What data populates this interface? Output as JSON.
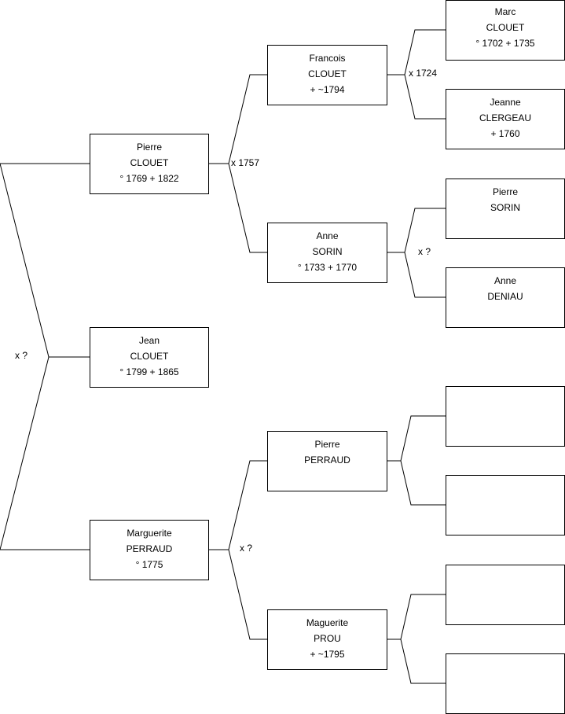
{
  "persons": {
    "jean": {
      "line1": "Jean",
      "line2": "CLOUET",
      "line3": "° 1799 + 1865"
    },
    "pierre_c": {
      "line1": "Pierre",
      "line2": "CLOUET",
      "line3": "° 1769 + 1822"
    },
    "marguerite": {
      "line1": "Marguerite",
      "line2": "PERRAUD",
      "line3": "° 1775"
    },
    "francois": {
      "line1": "Francois",
      "line2": "CLOUET",
      "line3": "+ ~1794"
    },
    "anne_s": {
      "line1": "Anne",
      "line2": "SORIN",
      "line3": "° 1733 + 1770"
    },
    "pierre_p": {
      "line1": "Pierre",
      "line2": "PERRAUD",
      "line3": ""
    },
    "maguerite": {
      "line1": "Maguerite",
      "line2": "PROU",
      "line3": "+ ~1795"
    },
    "marc": {
      "line1": "Marc",
      "line2": "CLOUET",
      "line3": "° 1702 + 1735"
    },
    "jeanne": {
      "line1": "Jeanne",
      "line2": "CLERGEAU",
      "line3": "+ 1760"
    },
    "pierre_s": {
      "line1": "Pierre",
      "line2": "SORIN",
      "line3": ""
    },
    "anne_d": {
      "line1": "Anne",
      "line2": "DENIAU",
      "line3": ""
    },
    "empty1": {
      "line1": "",
      "line2": "",
      "line3": ""
    },
    "empty2": {
      "line1": "",
      "line2": "",
      "line3": ""
    },
    "empty3": {
      "line1": "",
      "line2": "",
      "line3": ""
    },
    "empty4": {
      "line1": "",
      "line2": "",
      "line3": ""
    }
  },
  "marriages": {
    "jean_parents": "x ?",
    "pierre_parents": "x 1757",
    "marguerite_parents": "x ?",
    "francois_parents": "x 1724",
    "anne_parents": "x ?"
  }
}
